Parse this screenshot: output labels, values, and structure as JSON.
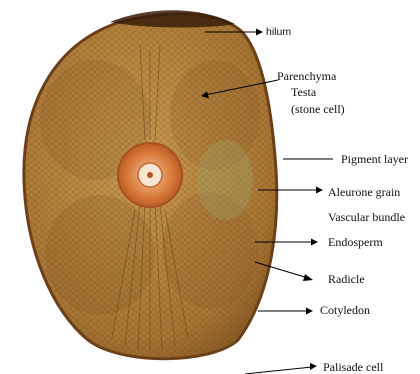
{
  "figure": {
    "image_description": "Micrograph of seed cross-section",
    "labels": [
      {
        "key": "hilum",
        "text": "hilum"
      },
      {
        "key": "parenchyma",
        "text": "Parenchyma"
      },
      {
        "key": "testa",
        "text": "Testa"
      },
      {
        "key": "testa_sub",
        "text": "(stone cell)"
      },
      {
        "key": "pigment_layer",
        "text": "Pigment layer"
      },
      {
        "key": "aleurone_grain",
        "text": "Aleurone grain"
      },
      {
        "key": "vascular_bundle",
        "text": "Vascular bundle"
      },
      {
        "key": "endosperm",
        "text": "Endosperm"
      },
      {
        "key": "radicle",
        "text": "Radicle"
      },
      {
        "key": "cotyledon",
        "text": "Cotyledon"
      },
      {
        "key": "palisade_cell",
        "text": "Palisade cell"
      }
    ]
  }
}
